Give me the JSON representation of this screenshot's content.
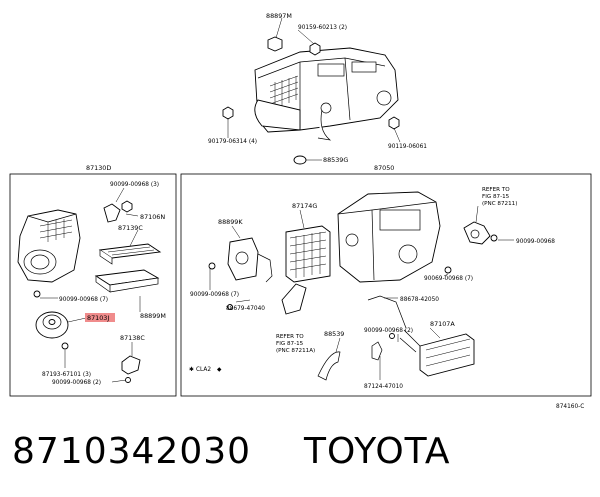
{
  "labels": {
    "l88897m": "88897M",
    "l90159": "90159-60213 (2)",
    "l90179": "90179-06314 (4)",
    "l88539g": "88539G",
    "l90119": "90119-06061",
    "l87130d": "87130D",
    "l87050": "87050",
    "l90099a": "90099-00968 (3)",
    "l87106n": "87106N",
    "l87139c": "87139C",
    "l90099b": "90099-00968 (7)",
    "l88899m": "88899M",
    "l87103j": "87103J",
    "l87138c": "87138C",
    "l87193": "87193-67101 (3)",
    "l90099c": "90099-00968 (2)",
    "l88899k": "88899K",
    "l87174g": "87174G",
    "l90099d": "90099-00968 (7)",
    "l88679": "88679-47040",
    "l88678": "88678-42050",
    "l88539": "88539",
    "l90099e": "90099-00968 (2)",
    "l87107a": "87107A",
    "l87124": "87124-47010",
    "l90099f": "90099-00968",
    "l90069": "90069-00968 (7)",
    "cla": "CLA2",
    "ref1a": "REFER TO",
    "ref1b": "FIG 87-15",
    "ref1c": "(PNC 87211)",
    "ref2a": "REFER TO",
    "ref2b": "FIG 87-15",
    "ref2c": "(PNC 87211A)",
    "diagram_code": "874160-C"
  },
  "part_number": "8710342030",
  "brand": "TOYOTA",
  "highlight_color": "#f08c8c"
}
